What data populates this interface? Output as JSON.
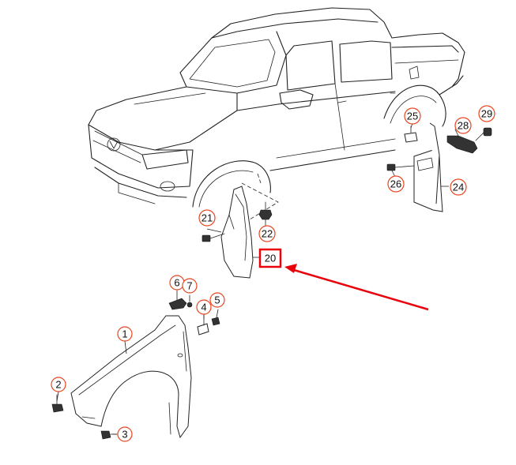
{
  "diagram": {
    "callouts": {
      "c1": "1",
      "c2": "2",
      "c3": "3",
      "c4": "4",
      "c5": "5",
      "c6": "6",
      "c7": "7",
      "c20": "20",
      "c21": "21",
      "c22": "22",
      "c24": "24",
      "c25": "25",
      "c26": "26",
      "c28": "28",
      "c29": "29"
    },
    "highlighted_callout": "20",
    "colors": {
      "callout_ring": "#e8451e",
      "highlight_box": "#e8000b",
      "arrow": "#e8000b",
      "lines": "#222222"
    }
  }
}
